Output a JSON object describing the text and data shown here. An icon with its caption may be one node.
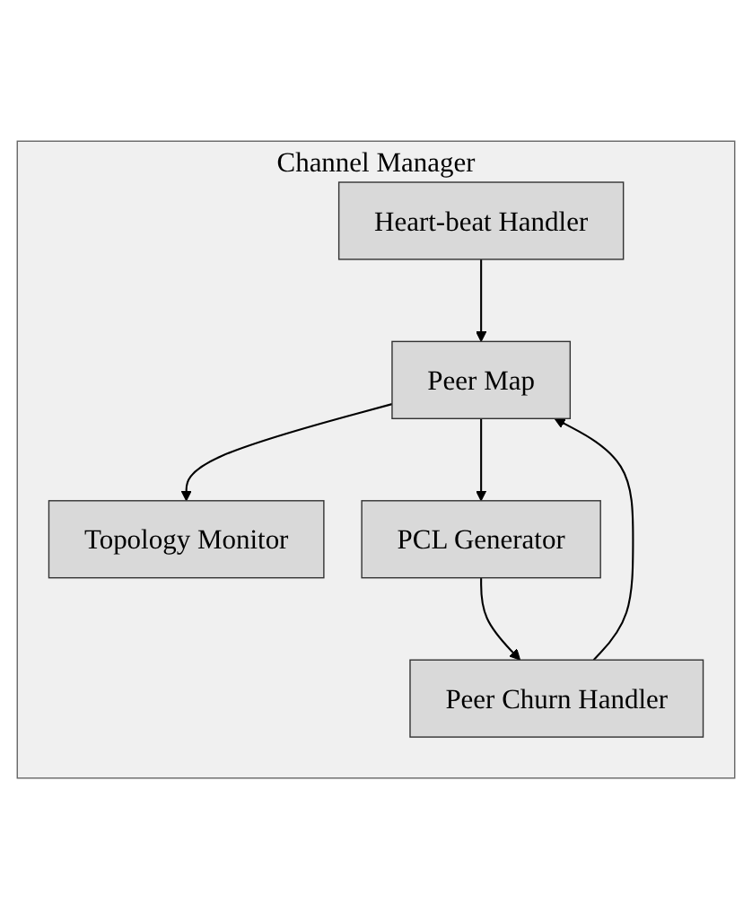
{
  "diagram": {
    "nodes": [
      {
        "text": [
          "Channel Manager"
        ]
      },
      {
        "text": [
          "Peer Map"
        ],
        "in": 0
      },
      {
        "text": [
          "Topology Monitor"
        ],
        "in": 0
      },
      {
        "text": [
          "Heart-beat Handler"
        ],
        "in": 0
      },
      {
        "text": [
          "PCL Generator"
        ],
        "in": 0
      },
      {
        "text": [
          "Peer Churn Handler"
        ],
        "in": 0
      }
    ],
    "edges": [
      {
        "from": 1,
        "to": 2,
        "arrow": "to"
      },
      {
        "from": 3,
        "to": 1,
        "arrow": "to"
      },
      {
        "from": 1,
        "to": 4,
        "arrow": "to"
      },
      {
        "from": 4,
        "to": 5,
        "arrow": "to"
      },
      {
        "from": 5,
        "to": 1,
        "arrow": "to"
      }
    ]
  }
}
